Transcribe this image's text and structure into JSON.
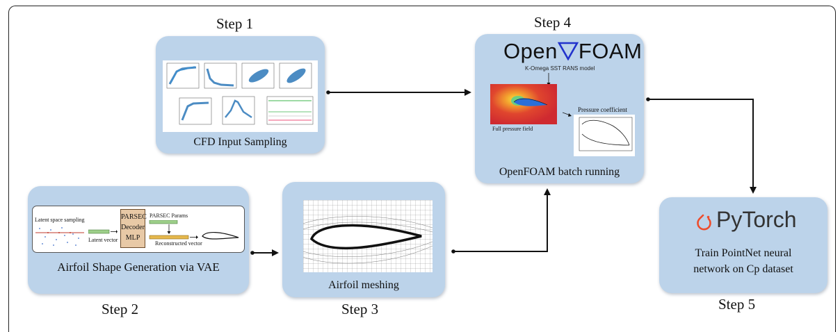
{
  "steps": {
    "step1": "Step 1",
    "step2": "Step 2",
    "step3": "Step 3",
    "step4": "Step 4",
    "step5": "Step 5"
  },
  "boxes": {
    "cfd_sampling": {
      "caption": "CFD Input Sampling"
    },
    "vae": {
      "caption": "Airfoil Shape Generation via VAE",
      "latent_space_sampling": "Latent space sampling",
      "latent_vector": "Latent vector",
      "decoder_l1": "PARSEC",
      "decoder_l2": "Decoder",
      "decoder_l3": "MLP",
      "parsec_params": "PARSEC Params",
      "reconstructed_vector": "Reconstructed vector"
    },
    "meshing": {
      "caption": "Airfoil meshing"
    },
    "openfoam": {
      "caption": "OpenFOAM batch running",
      "logo_left": "Open",
      "logo_right": "FOAM",
      "model": "K-Omega SST RANS model",
      "pressure_field": "Full pressure field",
      "pressure_coefficient": "Pressure coefficient"
    },
    "pytorch": {
      "logo": "PyTorch",
      "line1": "Train PointNet neural",
      "line2": "network on Cp dataset"
    }
  },
  "colors": {
    "box_fill": "#bcd3ea",
    "decoder_fill": "#e8c9a6",
    "openfoam_nabla": "#2233cc",
    "pytorch_orange": "#ee4c2c",
    "scatter_blue": "#1f6fb4"
  }
}
